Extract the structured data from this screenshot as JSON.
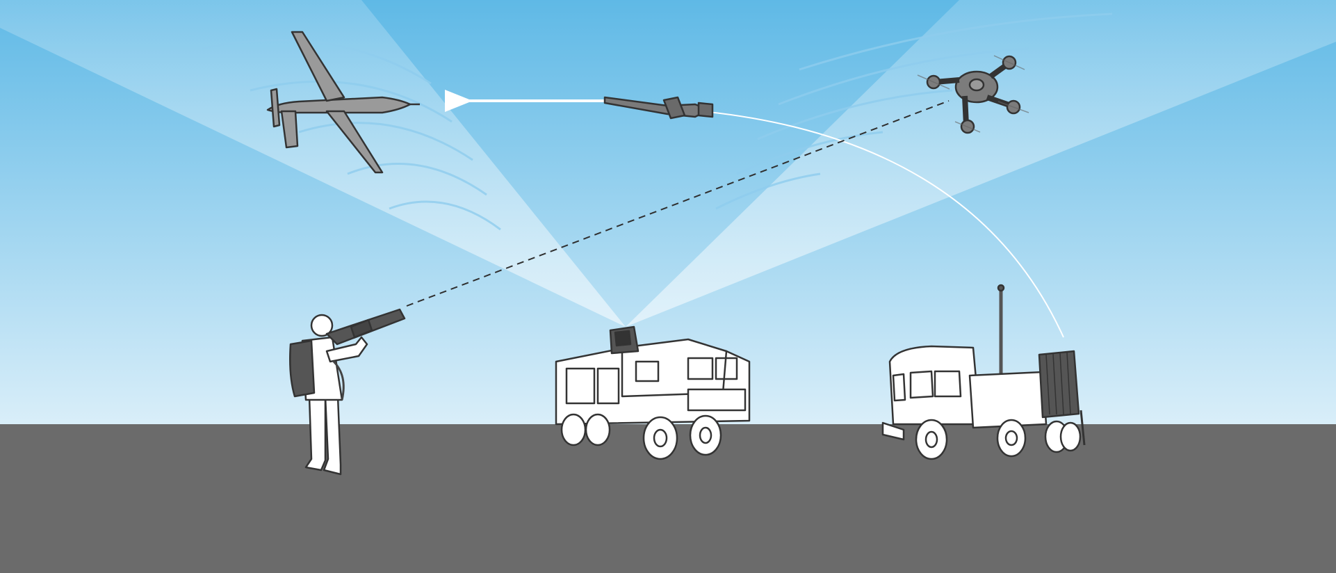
{
  "colors": {
    "sky_top": "#5fb9e6",
    "sky_bottom": "#d9eef9",
    "ground": "#6b6b6b",
    "outline": "#333333",
    "vehicle_fill": "#ffffff",
    "drone_fill": "#9a9a9a",
    "equipment_dark": "#555555",
    "trajectory": "#ffffff",
    "radar_beam": "#ffffff"
  },
  "elements": [
    {
      "id": "fixed-wing-drone",
      "icon": "fixed-wing-uav-icon"
    },
    {
      "id": "quadcopter-drone",
      "icon": "quadcopter-icon"
    },
    {
      "id": "interceptor-missile",
      "icon": "missile-icon"
    },
    {
      "id": "soldier-with-jammer-gun",
      "icon": "soldier-icon"
    },
    {
      "id": "radar-truck",
      "icon": "radar-truck-icon"
    },
    {
      "id": "missile-launcher-truck",
      "icon": "launcher-truck-icon"
    }
  ]
}
